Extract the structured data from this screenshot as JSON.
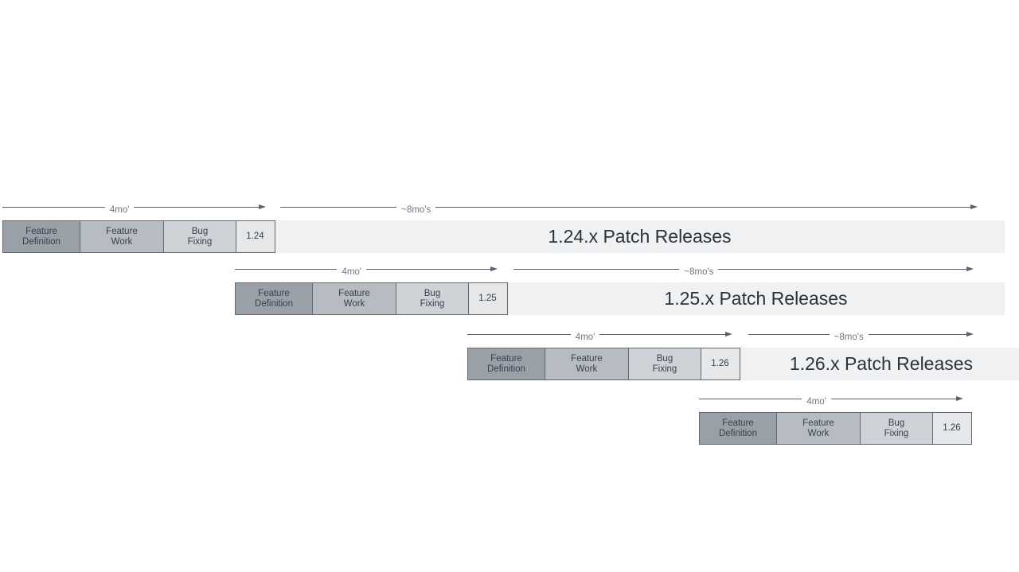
{
  "timeline_labels": {
    "four_months": "4mo'",
    "eight_months": "~8mo's"
  },
  "phases": {
    "feature_definition": "Feature\nDefinition",
    "feature_work": "Feature\nWork",
    "bug_fixing": "Bug\nFixing"
  },
  "rows": [
    {
      "version": "1.24",
      "patch_releases_label": "1.24.x Patch Releases"
    },
    {
      "version": "1.25",
      "patch_releases_label": "1.25.x Patch Releases"
    },
    {
      "version": "1.26",
      "patch_releases_label": "1.26.x Patch Releases"
    },
    {
      "version": "1.26"
    }
  ],
  "colors": {
    "feature_definition_fill": "#9aa0a8",
    "feature_work_fill": "#b7bcc2",
    "bug_fixing_fill": "#cfd3d7",
    "version_box_fill": "#e5e7e9",
    "patch_bar_fill": "#eff1f2",
    "box_border": "#636973",
    "arrow": "#5a616d",
    "timeline_label_text": "#6e757f",
    "phase_text": "#39404a",
    "patch_text": "#2c323c"
  }
}
